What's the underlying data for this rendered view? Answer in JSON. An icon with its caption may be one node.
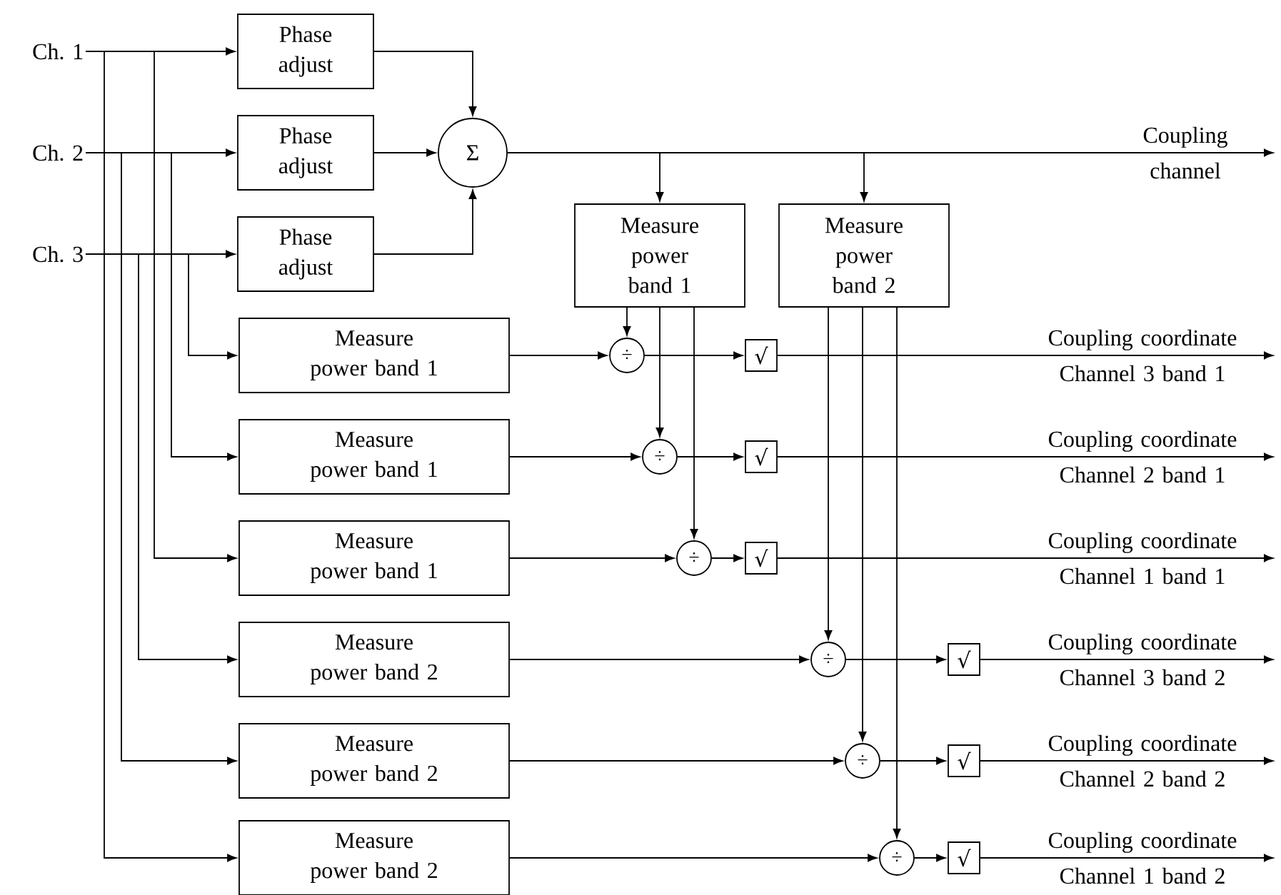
{
  "diagram": {
    "nodes": [
      {
        "text": [
          "Ch. 1"
        ]
      },
      {
        "text": [
          "Ch. 2"
        ]
      },
      {
        "text": [
          "Ch. 3"
        ]
      },
      {
        "text": [
          "Phase adjust"
        ]
      },
      {
        "text": [
          "Phase adjust"
        ]
      },
      {
        "text": [
          "Phase adjust"
        ]
      },
      {
        "text": [
          "Σ"
        ]
      },
      {
        "text": [
          "Measure power band 1"
        ]
      },
      {
        "text": [
          "Measure power band 2"
        ]
      },
      {
        "text": [
          "Measure power band 1"
        ]
      },
      {
        "text": [
          "Measure power band 1"
        ]
      },
      {
        "text": [
          "Measure power band 1"
        ]
      },
      {
        "text": [
          "Measure power band 2"
        ]
      },
      {
        "text": [
          "Measure power band 2"
        ]
      },
      {
        "text": [
          "Measure power band 2"
        ]
      },
      {
        "text": [
          "÷"
        ]
      },
      {
        "text": [
          "÷"
        ]
      },
      {
        "text": [
          "÷"
        ]
      },
      {
        "text": [
          "÷"
        ]
      },
      {
        "text": [
          "÷"
        ]
      },
      {
        "text": [
          "÷"
        ]
      },
      {
        "text": [
          "√"
        ]
      },
      {
        "text": [
          "√"
        ]
      },
      {
        "text": [
          "√"
        ]
      },
      {
        "text": [
          "√"
        ]
      },
      {
        "text": [
          "√"
        ]
      },
      {
        "text": [
          "√"
        ]
      }
    ],
    "edges": [
      {
        "from": 0,
        "to": 3,
        "arrow": "to"
      },
      {
        "from": 1,
        "to": 4,
        "arrow": "to"
      },
      {
        "from": 2,
        "to": 5,
        "arrow": "to"
      },
      {
        "from": 3,
        "to": 6,
        "arrow": "to"
      },
      {
        "from": 4,
        "to": 6,
        "arrow": "to"
      },
      {
        "from": 5,
        "to": 6,
        "arrow": "to"
      },
      {
        "from": 6,
        "to": null,
        "arrow": "to"
      },
      {
        "from": 6,
        "to": 7,
        "arrow": "to"
      },
      {
        "from": 6,
        "to": 8,
        "arrow": "to"
      },
      {
        "from": 2,
        "to": 9,
        "arrow": "to"
      },
      {
        "from": 1,
        "to": 10,
        "arrow": "to"
      },
      {
        "from": 0,
        "to": 11,
        "arrow": "to"
      },
      {
        "from": 2,
        "to": 12,
        "arrow": "to"
      },
      {
        "from": 1,
        "to": 13,
        "arrow": "to"
      },
      {
        "from": 0,
        "to": 14,
        "arrow": "to"
      },
      {
        "from": 9,
        "to": 15,
        "arrow": "to"
      },
      {
        "from": 10,
        "to": 16,
        "arrow": "to"
      },
      {
        "from": 11,
        "to": 17,
        "arrow": "to"
      },
      {
        "from": 12,
        "to": 18,
        "arrow": "to"
      },
      {
        "from": 13,
        "to": 19,
        "arrow": "to"
      },
      {
        "from": 14,
        "to": 20,
        "arrow": "to"
      },
      {
        "from": 7,
        "to": 15,
        "arrow": "to"
      },
      {
        "from": 7,
        "to": 16,
        "arrow": "to"
      },
      {
        "from": 7,
        "to": 17,
        "arrow": "to"
      },
      {
        "from": 8,
        "to": 18,
        "arrow": "to"
      },
      {
        "from": 8,
        "to": 19,
        "arrow": "to"
      },
      {
        "from": 8,
        "to": 20,
        "arrow": "to"
      },
      {
        "from": 15,
        "to": 21,
        "arrow": "to"
      },
      {
        "from": 16,
        "to": 22,
        "arrow": "to"
      },
      {
        "from": 17,
        "to": 23,
        "arrow": "to"
      },
      {
        "from": 18,
        "to": 24,
        "arrow": "to"
      },
      {
        "from": 19,
        "to": 25,
        "arrow": "to"
      },
      {
        "from": 20,
        "to": 26,
        "arrow": "to"
      },
      {
        "from": 21,
        "to": null,
        "arrow": "to"
      },
      {
        "from": 22,
        "to": null,
        "arrow": "to"
      },
      {
        "from": 23,
        "to": null,
        "arrow": "to"
      },
      {
        "from": 24,
        "to": null,
        "arrow": "to"
      },
      {
        "from": 25,
        "to": null,
        "arrow": "to"
      },
      {
        "from": 26,
        "to": null,
        "arrow": "to"
      }
    ],
    "labels": [
      "Coupling channel",
      "Coupling coordinate Channel 3 band 1",
      "Coupling coordinate Channel 2 band 1",
      "Coupling coordinate Channel 1 band 1",
      "Coupling coordinate Channel 3 band 2",
      "Coupling coordinate Channel 2 band 2",
      "Coupling coordinate Channel 1 band 2"
    ]
  }
}
